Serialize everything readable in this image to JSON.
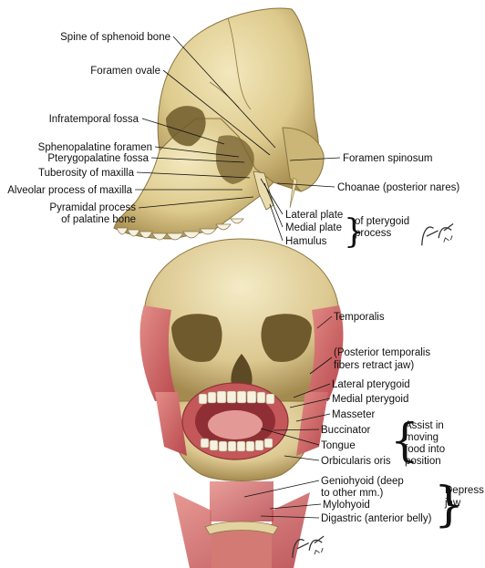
{
  "skull_lateral": {
    "labels": {
      "spine_sphenoid": "Spine of sphenoid bone",
      "foramen_ovale": "Foramen ovale",
      "infratemporal_fossa": "Infratemporal fossa",
      "sphenopalatine_foramen": "Sphenopalatine foramen",
      "pterygopalatine_fossa": "Pterygopalatine fossa",
      "tuberosity_maxilla": "Tuberosity of maxilla",
      "alveolar_process": "Alveolar process of maxilla",
      "pyramidal_process_1": "Pyramidal process",
      "pyramidal_process_2": "of palatine bone",
      "foramen_spinosum": "Foramen spinosum",
      "choanae": "Choanae (posterior nares)",
      "lateral_plate": "Lateral plate",
      "medial_plate": "Medial plate",
      "hamulus": "Hamulus",
      "pterygoid_group_1": "of pterygoid",
      "pterygoid_group_2": "process"
    },
    "signature": "F. Netter M.D."
  },
  "skull_frontal": {
    "labels": {
      "temporalis": "Temporalis",
      "posterior_temporalis_1": "(Posterior temporalis",
      "posterior_temporalis_2": "fibers retract jaw)",
      "lateral_pterygoid": "Lateral pterygoid",
      "medial_pterygoid": "Medial pterygoid",
      "masseter": "Masseter",
      "buccinator": "Buccinator",
      "tongue": "Tongue",
      "orbicularis_oris": "Orbicularis oris",
      "assist_1": "Assist in",
      "assist_2": "moving",
      "assist_3": "food into",
      "assist_4": "position",
      "geniohyoid_1": "Geniohyoid (deep",
      "geniohyoid_2": "to other mm.)",
      "mylohyoid": "Mylohyoid",
      "digastric": "Digastric (anterior belly)",
      "depress_1": "Depress",
      "depress_2": "jaw"
    },
    "signature": "F. Netter M.D."
  },
  "colors": {
    "bone": "#e6d7a0",
    "bone_shadow": "#b59d5c",
    "bone_dark": "#6e5a2c",
    "muscle": "#c8565a",
    "muscle_light": "#e08a86",
    "tooth": "#f6f1e0",
    "line": "#111111"
  }
}
